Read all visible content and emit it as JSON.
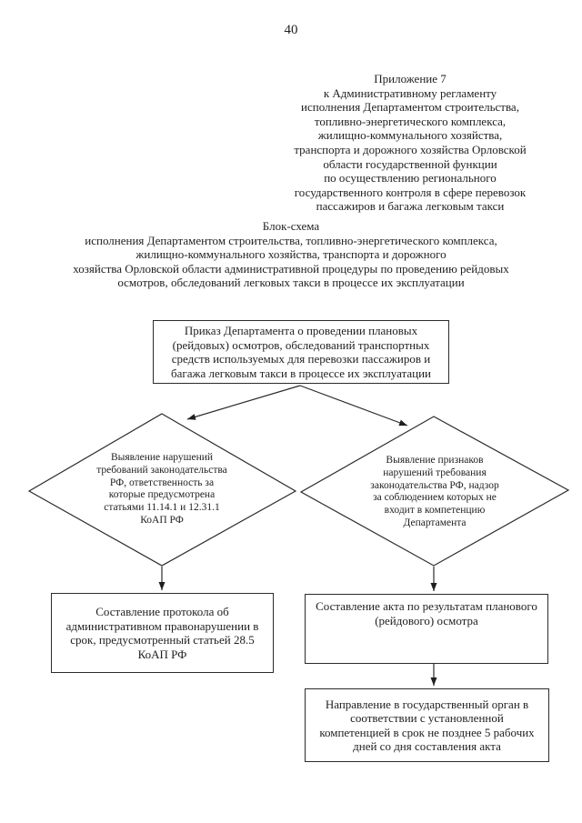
{
  "page": {
    "number": "40"
  },
  "appendix": {
    "lines": [
      "Приложение 7",
      "к Административному регламенту",
      "исполнения Департаментом строительства,",
      "топливно-энергетического комплекса,",
      "жилищно-коммунального хозяйства,",
      "транспорта и дорожного хозяйства Орловской",
      "области государственной функции",
      "по осуществлению регионального",
      "государственного контроля в сфере перевозок",
      "пассажиров и багажа легковым такси"
    ]
  },
  "title": {
    "lines": [
      "Блок-схема",
      "исполнения Департаментом строительства, топливно-энергетического комплекса,",
      "жилищно-коммунального хозяйства, транспорта и дорожного",
      "хозяйства Орловской области административной процедуры по проведению рейдовых",
      "осмотров, обследований легковых такси в процессе их эксплуатации"
    ]
  },
  "flowchart": {
    "order_box": "Приказ Департамента о проведении плановых\n(рейдовых) осмотров, обследований транспортных\nсредств используемых для перевозки пассажиров и\nбагажа легковым такси в процессе их эксплуатации",
    "violations_diamond": "Выявление нарушений\nтребований законодательства\nРФ, ответственность за\nкоторые предусмотрена\nстатьями 11.14.1 и 12.31.1\nКоАП РФ",
    "signs_diamond": "Выявление признаков\nнарушений требования\nзаконодательства РФ, надзор\nза соблюдением которых не\nвходит в компетенцию\nДепартамента",
    "protocol_box": "Составление протокола об\nадминистративном правонарушении в\nсрок, предусмотренный статьей 28.5\nКоАП РФ",
    "act_box": "Составление акта по результатам планового\n(рейдового) осмотра",
    "send_box": "Направление в государственный орган в\nсоответствии с установленной\nкомпетенцией в срок не позднее 5 рабочих\nдней со дня составления акта"
  },
  "colors": {
    "paper": "#ffffff",
    "ink": "#1f1f1f",
    "line": "#2b2b2b"
  }
}
